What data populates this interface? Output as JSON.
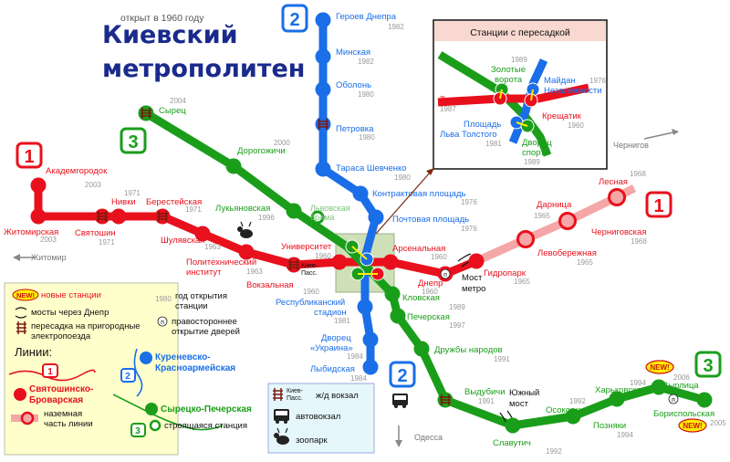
{
  "header": {
    "subtitle": "открыт в 1960 году",
    "title_line1": "Киевский",
    "title_line2": "метрополитен"
  },
  "colors": {
    "red_line": "#e8101c",
    "blue_line": "#1a6ee8",
    "green_line": "#1a9e1a",
    "light_red_line": "#f5a6a6",
    "title": "#1a2a8c",
    "transfer_zone": "#cfe0b8",
    "year_gray": "#999999",
    "new_badge": "#ffee00"
  },
  "line_badges": {
    "red_west": "1",
    "red_east": "1",
    "blue_north": "2",
    "blue_south": "2",
    "green_west": "3",
    "green_east": "3"
  },
  "stations": {
    "red": [
      {
        "name": "Академгородок",
        "year": "2003"
      },
      {
        "name": "Житомирская",
        "year": "2003"
      },
      {
        "name": "Святошин",
        "year": "1971"
      },
      {
        "name": "Нивки",
        "year": "1971"
      },
      {
        "name": "Берестейская",
        "year": "1971"
      },
      {
        "name": "Шулявская",
        "year": "1963"
      },
      {
        "name": "Политехнический институт",
        "year": "1963"
      },
      {
        "name": "Вокзальная",
        "year": "1960"
      },
      {
        "name": "Университет",
        "year": "1960"
      },
      {
        "name": "Арсенальная",
        "year": "1960"
      },
      {
        "name": "Днепр",
        "year": "1960"
      },
      {
        "name": "Гидропарк",
        "year": "1965"
      },
      {
        "name": "Левобережная",
        "year": "1965"
      },
      {
        "name": "Дарница",
        "year": "1965"
      },
      {
        "name": "Черниговская",
        "year": "1968"
      },
      {
        "name": "Лесная",
        "year": "1968"
      }
    ],
    "blue": [
      {
        "name": "Героев Днепра",
        "year": "1982"
      },
      {
        "name": "Минская",
        "year": "1982"
      },
      {
        "name": "Оболонь",
        "year": "1980"
      },
      {
        "name": "Петровка",
        "year": "1980"
      },
      {
        "name": "Тараса Шевченко",
        "year": "1980"
      },
      {
        "name": "Контрактовая площадь",
        "year": "1976"
      },
      {
        "name": "Почтовая площадь",
        "year": "1976"
      },
      {
        "name": "Республиканский стадион",
        "year": "1981"
      },
      {
        "name": "Дворец «Украина»",
        "year": "1984"
      },
      {
        "name": "Лыбидская",
        "year": "1984"
      }
    ],
    "green": [
      {
        "name": "Сырец",
        "year": "2004"
      },
      {
        "name": "Дорогожичи",
        "year": "2000"
      },
      {
        "name": "Лукьяновская",
        "year": "1996"
      },
      {
        "name": "Львовская брама",
        "year": ""
      },
      {
        "name": "Кловская",
        "year": "1989"
      },
      {
        "name": "Печерская",
        "year": "1997"
      },
      {
        "name": "Дружбы народов",
        "year": "1991"
      },
      {
        "name": "Выдубичи",
        "year": "1991"
      },
      {
        "name": "Славутич",
        "year": "1992"
      },
      {
        "name": "Осокорки",
        "year": "1992"
      },
      {
        "name": "Позняки",
        "year": "1994"
      },
      {
        "name": "Харьковская",
        "year": "1994"
      },
      {
        "name": "Вырлица",
        "year": "2006"
      },
      {
        "name": "Бориспольская",
        "year": "2005"
      }
    ]
  },
  "labels": {
    "kiev_pass": "Киев-\nПасс.",
    "most_metro": "Мост\nметро",
    "yuzhny_most": "Южный\nмост",
    "dir_chernigov": "Чернигов",
    "dir_zhitomir": "Житомир",
    "dir_odessa": "Одесса",
    "new_badge": "NEW!"
  },
  "inset": {
    "title": "Станции с пересадкой",
    "stations": [
      {
        "name": "Золотые ворота",
        "year": "1989"
      },
      {
        "name": "Майдан Незалежности",
        "year": "1976"
      },
      {
        "name": "Театральная",
        "year": "1987"
      },
      {
        "name": "Крещатик",
        "year": "1960"
      },
      {
        "name": "Площадь Льва Толстого",
        "year": "1981"
      },
      {
        "name": "Дворец спорта",
        "year": "1989"
      }
    ]
  },
  "legend": {
    "new_stations": "новые станции",
    "year_opened": "год открытия станции",
    "year_sample": "1980",
    "bridges": "мосты через Днепр",
    "right_doors_symbol": "п",
    "right_doors": "правостороннее открытие дверей",
    "transfer_suburban": "пересадка на пригородные электропоезда",
    "lines_heading": "Линии:",
    "line1_name": "Святошинско-Броварская",
    "line1_surface": "наземная часть линии",
    "line2_name": "Куреневско-Красноармейская",
    "line3_name": "Сырецко-Печерская",
    "line3_construction": "строящаяся станция"
  },
  "transport_legend": {
    "rail_label": "Киев-\nПасс.",
    "rail_station": "ж/д вокзал",
    "bus_station": "автовокзал",
    "zoo": "зоопарк"
  }
}
